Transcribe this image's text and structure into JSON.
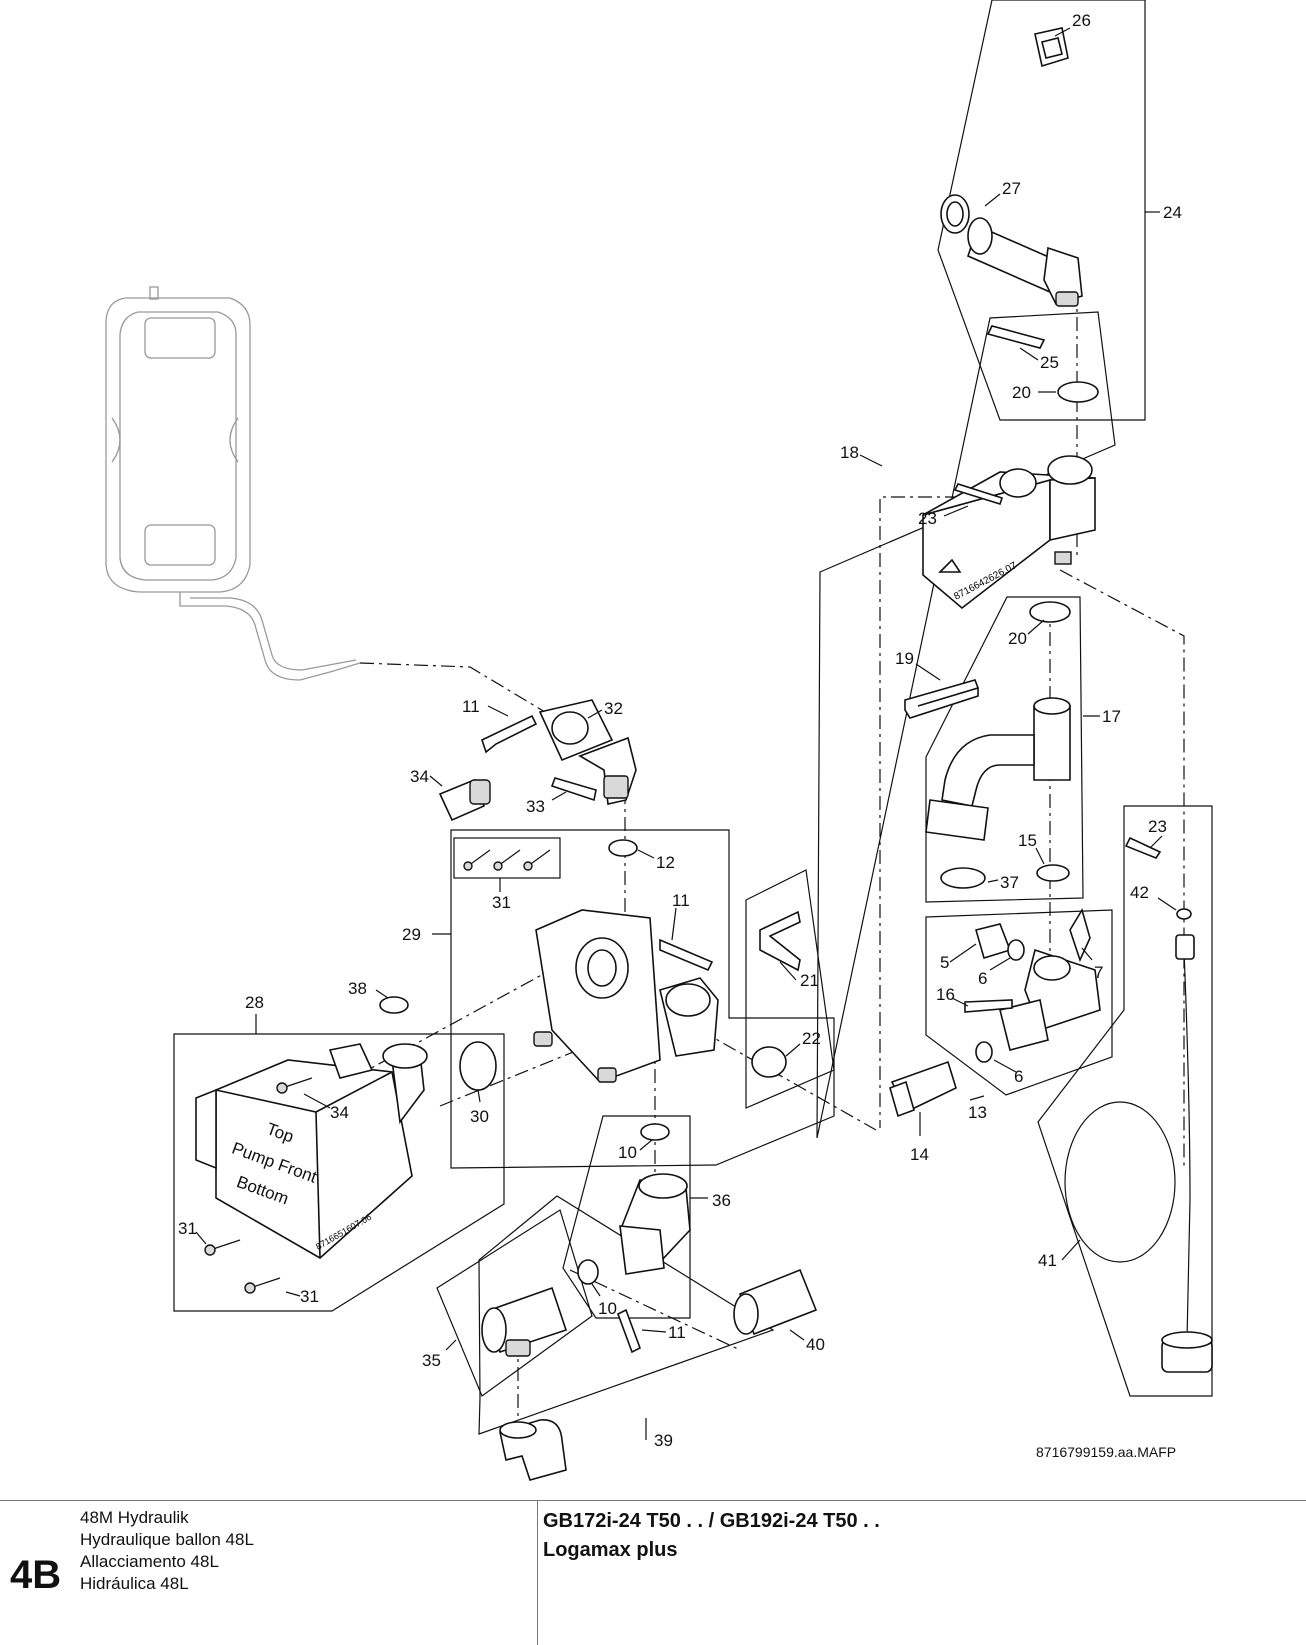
{
  "callouts": [
    "26",
    "27",
    "24",
    "25",
    "20",
    "18",
    "23",
    "20",
    "19",
    "17",
    "11",
    "32",
    "34",
    "33",
    "12",
    "31",
    "11",
    "29",
    "21",
    "15",
    "37",
    "23",
    "42",
    "5",
    "7",
    "6",
    "16",
    "22",
    "38",
    "28",
    "30",
    "34",
    "6",
    "13",
    "14",
    "10",
    "36",
    "31",
    "31",
    "10",
    "11",
    "35",
    "40",
    "41",
    "39"
  ],
  "box_labels": [
    "Top",
    "Pump Front",
    "Bottom"
  ],
  "part_stamps": [
    "8716642626.07",
    "8716651607.06"
  ],
  "doc_ref": "8716799159.aa.MAFP",
  "footer": {
    "section": "4B",
    "titles": [
      "48M Hydraulik",
      "Hydraulique ballon 48L",
      "Allacciamento 48L",
      "Hidráulica 48L"
    ],
    "model_line1": "GB172i-24 T50 . . / GB192i-24 T50 . .",
    "model_line2": "Logamax plus"
  }
}
